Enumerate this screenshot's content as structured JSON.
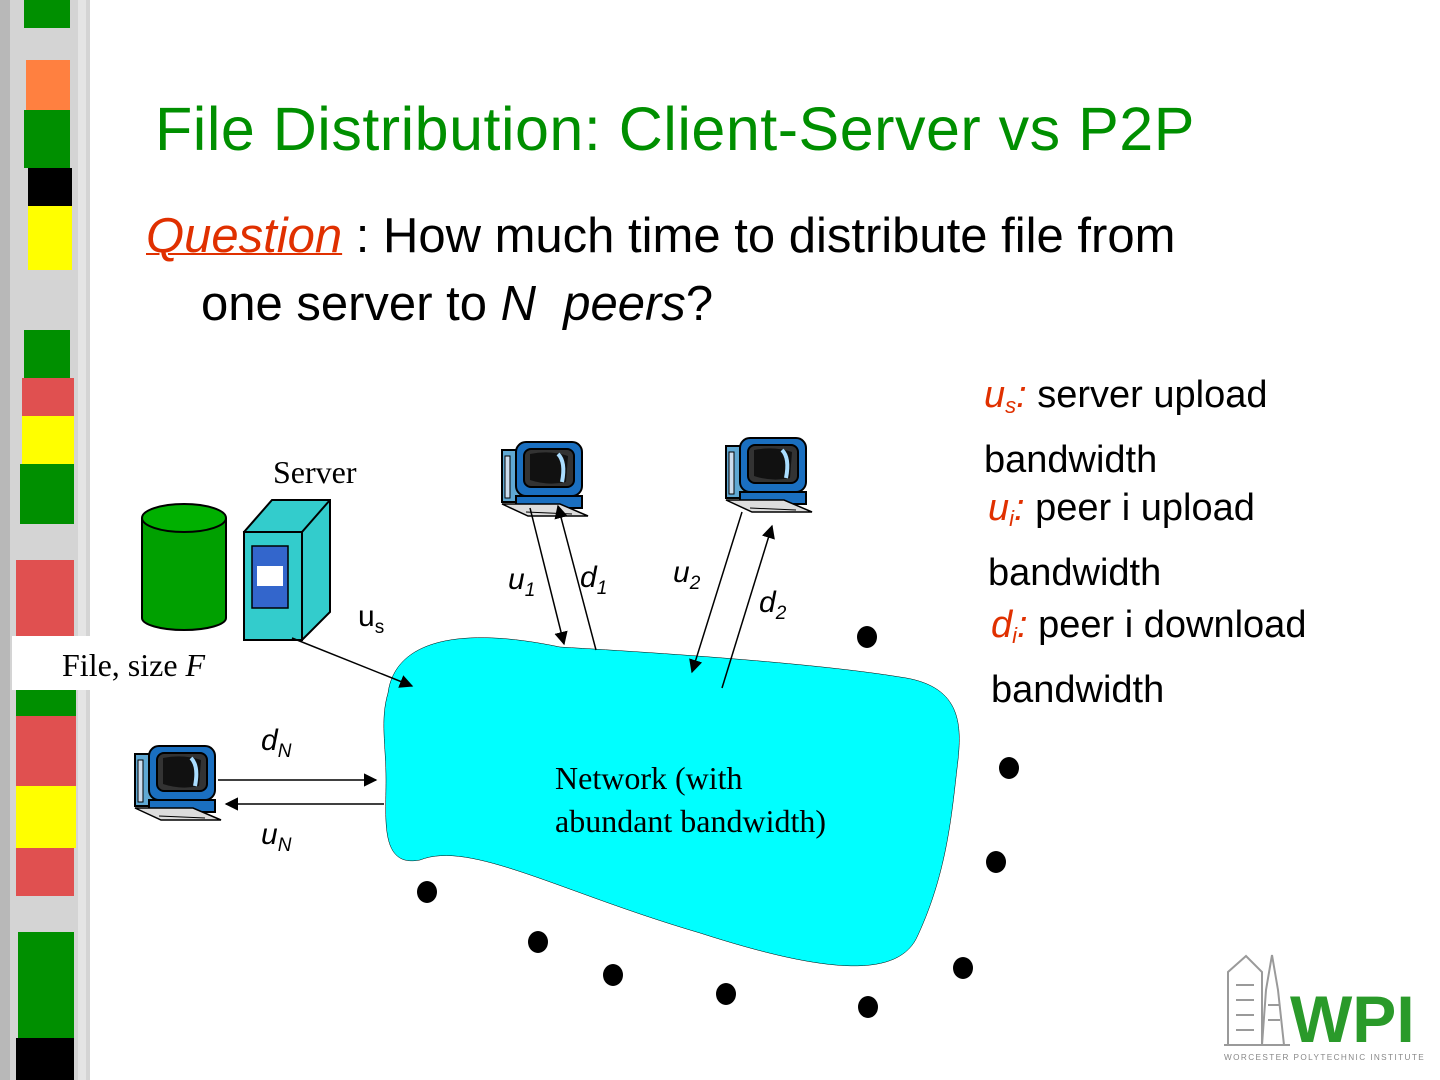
{
  "slide": {
    "title": "File Distribution: Client-Server vs P2P",
    "question": {
      "label": "Question",
      "sep": " : ",
      "line1_rest": "How much time to distribute file from",
      "line2_a": "one server to ",
      "n": "N",
      "peers": "peers",
      "qmark": "?"
    }
  },
  "legend": {
    "us": {
      "sym": "u",
      "sub": "s",
      "colon": ":",
      "text": " server upload",
      "text2": "bandwidth"
    },
    "ui": {
      "sym": "u",
      "sub": "i",
      "colon": ":",
      "text": " peer i upload",
      "text2": "bandwidth"
    },
    "di": {
      "sym": "d",
      "sub": "i",
      "colon": ":",
      "text": " peer i download",
      "text2": "bandwidth"
    }
  },
  "diagram": {
    "server_label": "Server",
    "file_label": "File, size ",
    "file_var": "F",
    "network_label_1": "Network (with",
    "network_label_2": "abundant bandwidth)",
    "labels": {
      "us": {
        "sym": "u",
        "sub": "s"
      },
      "u1": {
        "sym": "u",
        "sub": "1"
      },
      "d1": {
        "sym": "d",
        "sub": "1"
      },
      "u2": {
        "sym": "u",
        "sub": "2"
      },
      "d2": {
        "sym": "d",
        "sub": "2"
      },
      "dN": {
        "sym": "d",
        "sub": "N"
      },
      "uN": {
        "sym": "u",
        "sub": "N"
      }
    }
  },
  "logo": {
    "text": "WPI",
    "caption": "WORCESTER POLYTECHNIC INSTITUTE"
  },
  "colors": {
    "title": "#008f00",
    "accent_red": "#e03000",
    "network": "#00ffff",
    "server_green": "#00a000",
    "server_box": "#33cccc"
  }
}
